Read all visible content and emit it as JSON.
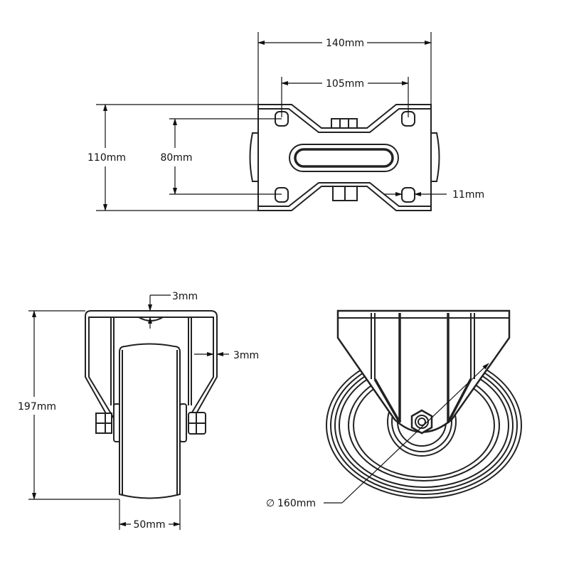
{
  "title": "Fixed castor technical drawing",
  "top_view": {
    "overall_width": "140mm",
    "hole_spacing_x": "105mm",
    "overall_depth": "110mm",
    "hole_spacing_y": "80mm",
    "hole_size": "11mm"
  },
  "side_view": {
    "top_plate_thickness": "3mm",
    "side_plate_thickness": "3mm",
    "overall_height": "197mm",
    "wheel_width": "50mm"
  },
  "front_view": {
    "wheel_diameter": "160mm",
    "diameter_symbol": "∅"
  },
  "colors": {
    "line": "#222222",
    "background": "#ffffff"
  }
}
